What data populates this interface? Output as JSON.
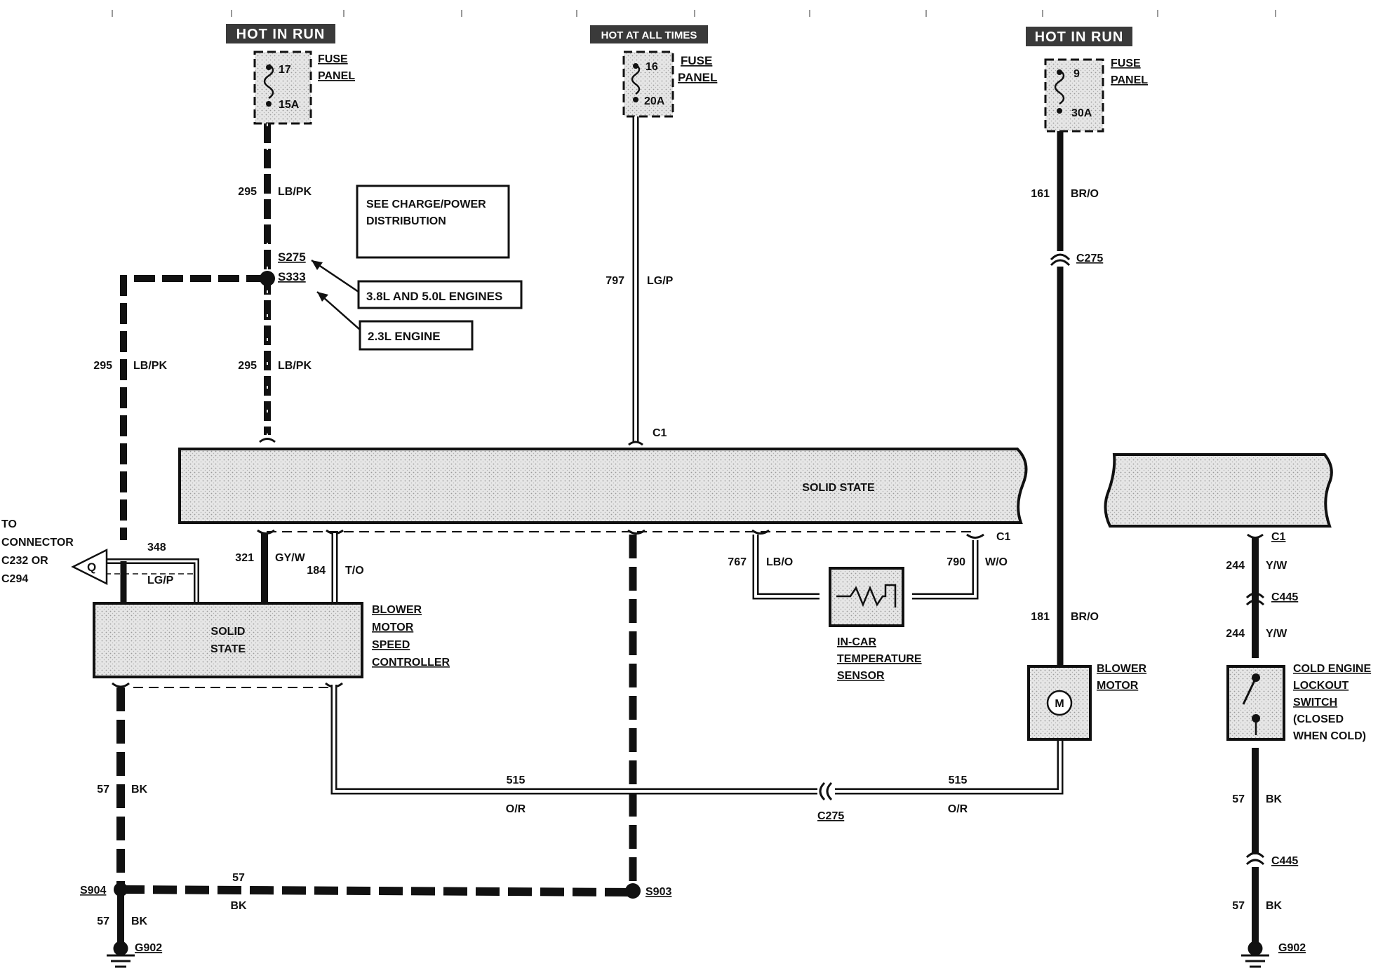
{
  "power_sources": {
    "left": {
      "header": "HOT IN RUN",
      "fuse_num": "17",
      "fuse_amp": "15A",
      "panel_line1": "FUSE",
      "panel_line2": "PANEL"
    },
    "center": {
      "header": "HOT AT ALL TIMES",
      "fuse_num": "16",
      "fuse_amp": "20A",
      "panel_line1": "FUSE",
      "panel_line2": "PANEL"
    },
    "right": {
      "header": "HOT IN RUN",
      "fuse_num": "9",
      "fuse_amp": "30A",
      "panel_line1": "FUSE",
      "panel_line2": "PANEL"
    }
  },
  "wires": {
    "w295_top": {
      "num": "295",
      "color": "LB/PK"
    },
    "w295_left": {
      "num": "295",
      "color": "LB/PK"
    },
    "w295_mid": {
      "num": "295",
      "color": "LB/PK"
    },
    "w797": {
      "num": "797",
      "color": "LG/P"
    },
    "w161": {
      "num": "161",
      "color": "BR/O"
    },
    "w181": {
      "num": "181",
      "color": "BR/O"
    },
    "w348": {
      "num": "348",
      "color": "LG/P"
    },
    "w321": {
      "num": "321",
      "color": "GY/W"
    },
    "w184": {
      "num": "184",
      "color": "T/O"
    },
    "w767": {
      "num": "767",
      "color": "LB/O"
    },
    "w790": {
      "num": "790",
      "color": "W/O"
    },
    "w244_top": {
      "num": "244",
      "color": "Y/W"
    },
    "w244_bot": {
      "num": "244",
      "color": "Y/W"
    },
    "w515_left": {
      "num": "515",
      "color": "O/R"
    },
    "w515_right": {
      "num": "515",
      "color": "O/R"
    },
    "w57_left": {
      "num": "57",
      "color": "BK"
    },
    "w57_bottom": {
      "num": "57",
      "color": "BK"
    },
    "w57_ground": {
      "num": "57",
      "color": "BK"
    },
    "w57_right": {
      "num": "57",
      "color": "BK"
    },
    "w57_right_ground": {
      "num": "57",
      "color": "BK"
    }
  },
  "splices": {
    "s275": "S275",
    "s333": "S333",
    "s903": "S903",
    "s904": "S904"
  },
  "connectors": {
    "c1_top": "C1",
    "c1_bottom": "C1",
    "c1_right": "C1",
    "c275_top": "C275",
    "c275_bottom": "C275",
    "c445_top": "C445",
    "c445_bottom": "C445"
  },
  "grounds": {
    "left": "G902",
    "right": "G902"
  },
  "notes": {
    "charge_line1": "SEE CHARGE/POWER",
    "charge_line2": "DISTRIBUTION",
    "engines_38_50": "3.8L AND 5.0L ENGINES",
    "engine_23": "2.3L ENGINE"
  },
  "to_connector": {
    "line1": "TO",
    "line2": "CONNECTOR",
    "line3": "C232 OR",
    "line4": "C294",
    "marker": "Q"
  },
  "modules": {
    "solid_state_main": "SOLID STATE",
    "controller_line1": "SOLID",
    "controller_line2": "STATE",
    "controller_name": [
      "BLOWER",
      "MOTOR",
      "SPEED",
      "CONTROLLER"
    ],
    "sensor_name": [
      "IN-CAR",
      "TEMPERATURE",
      "SENSOR"
    ],
    "blower_name": [
      "BLOWER",
      "MOTOR"
    ],
    "blower_symbol": "M",
    "switch_name": [
      "COLD ENGINE",
      "LOCKOUT",
      "SWITCH",
      "(CLOSED",
      "WHEN COLD)"
    ]
  },
  "colors": {
    "ink": "#111111",
    "module_fill": "#d9d9d9",
    "header_fill": "#3a3a3a"
  }
}
